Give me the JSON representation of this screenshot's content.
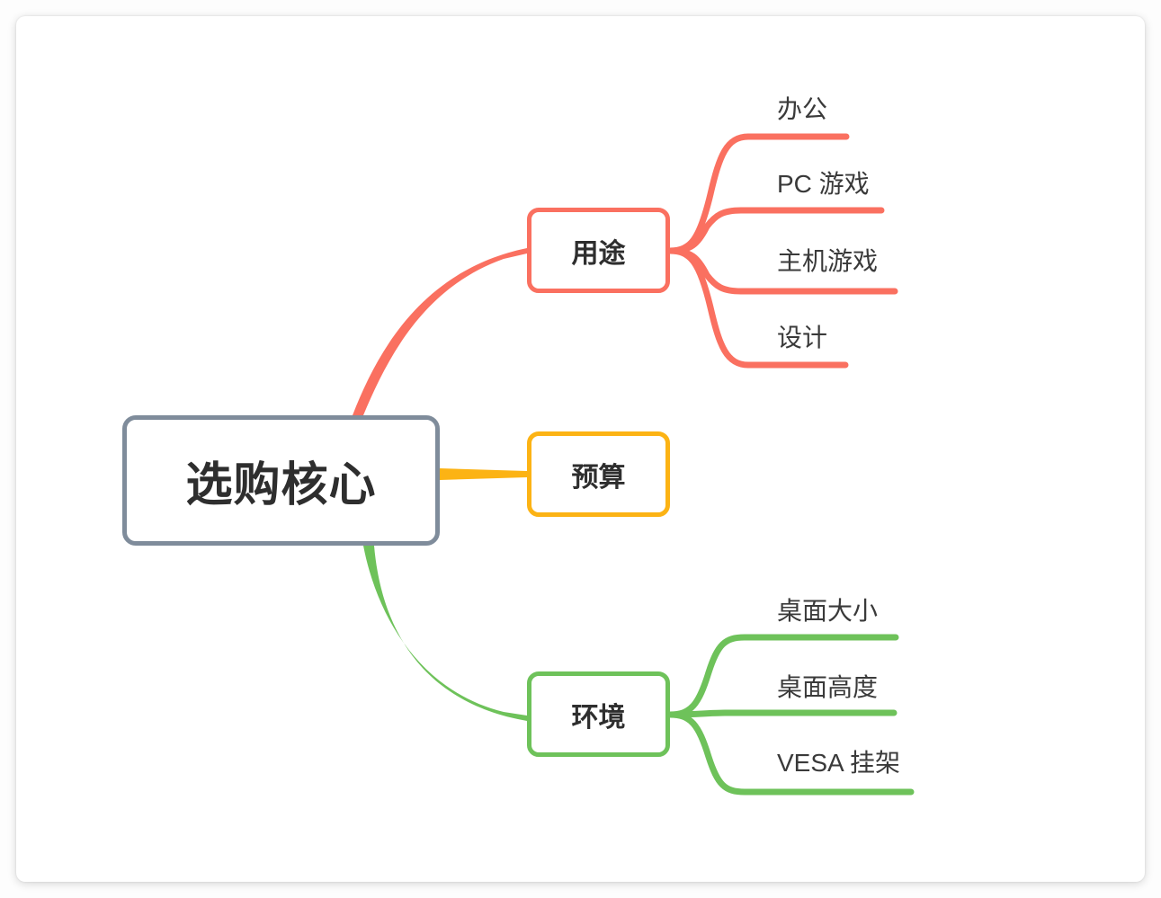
{
  "canvas": {
    "background": "#ffffff",
    "page_background": "#fdfdfd"
  },
  "mindmap": {
    "root": {
      "label": "选购核心",
      "color": "#7f8c9b"
    },
    "branches": [
      {
        "label": "用途",
        "color": "#fa7060",
        "children": [
          {
            "label": "办公"
          },
          {
            "label": "PC 游戏"
          },
          {
            "label": "主机游戏"
          },
          {
            "label": "设计"
          }
        ]
      },
      {
        "label": "预算",
        "color": "#fcb314",
        "children": []
      },
      {
        "label": "环境",
        "color": "#6ec25a",
        "children": [
          {
            "label": "桌面大小"
          },
          {
            "label": "桌面高度"
          },
          {
            "label": "VESA 挂架"
          }
        ]
      }
    ]
  }
}
